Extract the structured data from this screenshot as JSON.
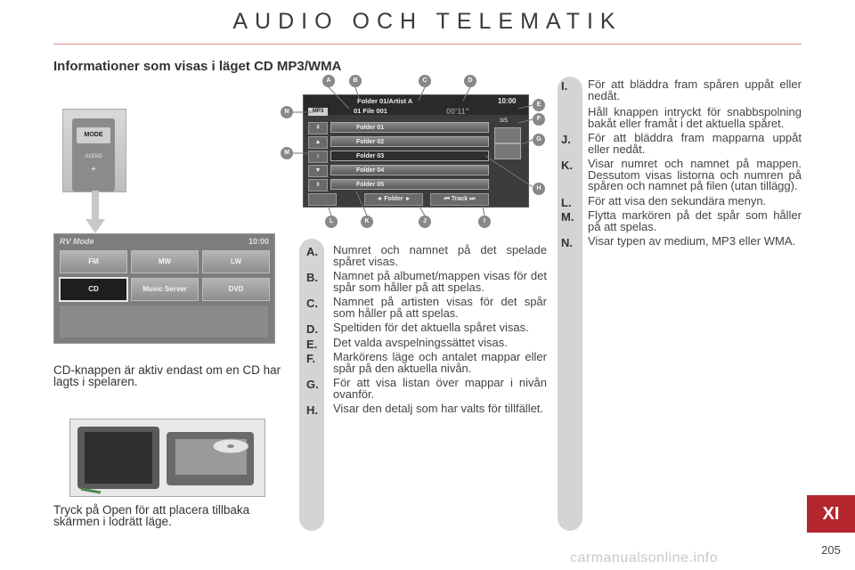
{
  "header": {
    "title": "AUDIO OCH TELEMATIK"
  },
  "section": {
    "heading": "Informationer som visas i läget CD MP3/WMA"
  },
  "left_column": {
    "mode_photo": {
      "button_label": "MODE",
      "audio_label": "AUDIO",
      "plus_label": "+"
    },
    "rv_screen": {
      "title": "RV Mode",
      "time": "10:00",
      "buttons": [
        "FM",
        "MW",
        "LW",
        "CD",
        "Music Server",
        "DVD"
      ],
      "active": "CD"
    },
    "caption1": "CD-knappen är aktiv endast om en CD har lagts i spelaren.",
    "caption2": "Tryck på Open för att placera tillbaka skärmen i lodrätt läge."
  },
  "car_screen": {
    "folder_title": "Folder 01/Artist A",
    "file_title": "01 File 001",
    "elapsed": "00'11\"",
    "time": "10:00",
    "mp3_badge": "MP3",
    "count": "3/5",
    "rows": [
      "Folder 01",
      "Folder 02",
      "Folder 03",
      "Folder 04",
      "Folder 05"
    ],
    "bottom_folder": "Folder",
    "bottom_track": "Track",
    "callouts": [
      "A",
      "B",
      "C",
      "D",
      "E",
      "F",
      "G",
      "H",
      "I",
      "J",
      "K",
      "L",
      "M",
      "N"
    ]
  },
  "middle_list": [
    {
      "key": "A.",
      "text": "Numret och namnet på det spelade spåret visas."
    },
    {
      "key": "B.",
      "text": "Namnet på albumet/mappen visas för det spår som håller på att spelas."
    },
    {
      "key": "C.",
      "text": "Namnet på artisten visas för det spår som håller på att spelas."
    },
    {
      "key": "D.",
      "text": "Speltiden för det aktuella spåret visas."
    },
    {
      "key": "E.",
      "text": "Det valda avspelningssättet visas."
    },
    {
      "key": "F.",
      "text": "Markörens läge och antalet mappar eller spår på den aktuella nivån."
    },
    {
      "key": "G.",
      "text": "För att visa listan över mappar i nivån ovanför."
    },
    {
      "key": "H.",
      "text": "Visar den detalj som har valts för tillfället."
    }
  ],
  "right_list": [
    {
      "key": "I.",
      "text": "För att bläddra fram spåren uppåt eller nedåt.",
      "extra": "Håll knappen intryckt för snabbspolning bakåt eller framåt i det aktuella spåret."
    },
    {
      "key": "J.",
      "text": "För att bläddra fram mapparna uppåt eller nedåt."
    },
    {
      "key": "K.",
      "text": "Visar numret och namnet på mappen. Dessutom visas listorna och numren på spåren och namnet på filen (utan tillägg)."
    },
    {
      "key": "L.",
      "text": "För att visa den sekundära menyn."
    },
    {
      "key": "M.",
      "text": "Flytta markören på det spår som håller på att spelas."
    },
    {
      "key": "N.",
      "text": "Visar typen av medium, MP3 eller WMA."
    }
  ],
  "footer": {
    "chapter": "XI",
    "page": "205",
    "watermark": "carmanualsonline.info"
  },
  "colors": {
    "accent": "#b3262e",
    "rule": "#d68a8a",
    "pill": "#d4d4d4"
  }
}
